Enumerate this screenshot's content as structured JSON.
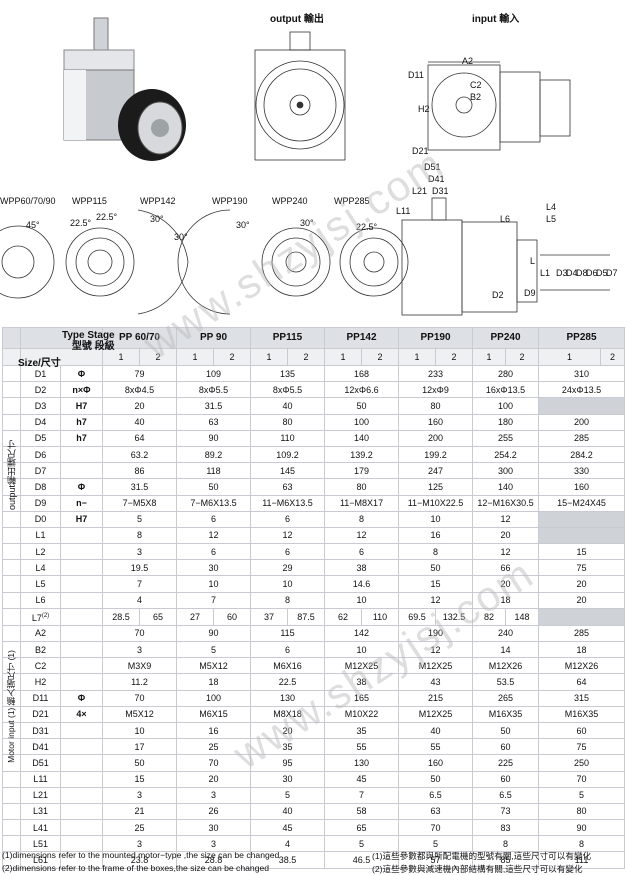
{
  "drawing": {
    "output_title": "output 輸出",
    "input_title": "input 輸入",
    "flange_labels": [
      "WPP60/70/90",
      "WPP115",
      "WPP142",
      "WPP190",
      "WPP240",
      "WPP285"
    ],
    "angle_labels": [
      "45°",
      "22.5°",
      "22.5°",
      "30°",
      "30°",
      "30°",
      "30°",
      "22.5°"
    ],
    "dim_labels": {
      "A2": "A2",
      "D11": "D11",
      "H2": "H2",
      "B2": "B2",
      "C2": "C2",
      "D21": "D21",
      "D51": "D51",
      "D41": "D41",
      "D31": "D31",
      "L21": "L21",
      "L11": "L11",
      "L4": "L4",
      "L6": "L6",
      "L5": "L5",
      "L": "L",
      "L1": "L1",
      "D2": "D2",
      "D3": "D3",
      "D4": "D4",
      "D8": "D8",
      "D6": "D6",
      "D5": "D5",
      "D7": "D7",
      "D9": "D9"
    }
  },
  "table": {
    "type_stage": "Type Stage",
    "type_stage_cn": "型號 段級",
    "size_label": "Size/尺寸",
    "models": [
      "PP 60/70",
      "PP 90",
      "PP115",
      "PP142",
      "PP190",
      "PP240",
      "PP285"
    ],
    "stages": [
      "1",
      "2",
      "1",
      "2",
      "1",
      "2",
      "1",
      "2",
      "1",
      "2",
      "1",
      "2",
      "1",
      "2"
    ],
    "group_output": "output輸出端尺寸",
    "group_input": "Motor  input (1) 輸入端尺寸 (1)",
    "output_rows": [
      {
        "dim": "D1",
        "sym": "Φ",
        "vals": [
          "79",
          "109",
          "135",
          "168",
          "233",
          "280",
          "310"
        ]
      },
      {
        "dim": "D2",
        "sym": "n×Φ",
        "vals": [
          "8xΦ4.5",
          "8xΦ5.5",
          "8xΦ5.5",
          "12xΦ6.6",
          "12xΦ9",
          "16xΦ13.5",
          "24xΦ13.5"
        ]
      },
      {
        "dim": "D3",
        "sym": "H7",
        "vals": [
          "20",
          "31.5",
          "40",
          "50",
          "80",
          "100",
          ""
        ]
      },
      {
        "dim": "D4",
        "sym": "h7",
        "vals": [
          "40",
          "63",
          "80",
          "100",
          "160",
          "180",
          "200"
        ]
      },
      {
        "dim": "D5",
        "sym": "h7",
        "vals": [
          "64",
          "90",
          "110",
          "140",
          "200",
          "255",
          "285"
        ]
      },
      {
        "dim": "D6",
        "sym": "",
        "vals": [
          "63.2",
          "89.2",
          "109.2",
          "139.2",
          "199.2",
          "254.2",
          "284.2"
        ]
      },
      {
        "dim": "D7",
        "sym": "",
        "vals": [
          "86",
          "118",
          "145",
          "179",
          "247",
          "300",
          "330"
        ]
      },
      {
        "dim": "D8",
        "sym": "Φ",
        "vals": [
          "31.5",
          "50",
          "63",
          "80",
          "125",
          "140",
          "160"
        ]
      },
      {
        "dim": "D9",
        "sym": "n−",
        "vals": [
          "7−M5X8",
          "7−M6X13.5",
          "11−M6X13.5",
          "11−M8X17",
          "11−M10X22.5",
          "12−M16X30.5",
          "15−M24X45"
        ]
      },
      {
        "dim": "D0",
        "sym": "H7",
        "vals": [
          "5",
          "6",
          "6",
          "8",
          "10",
          "12",
          ""
        ]
      },
      {
        "dim": "L1",
        "sym": "",
        "vals": [
          "8",
          "12",
          "12",
          "12",
          "16",
          "20",
          ""
        ]
      },
      {
        "dim": "L2",
        "sym": "",
        "vals": [
          "3",
          "6",
          "6",
          "6",
          "8",
          "12",
          "15"
        ]
      },
      {
        "dim": "L4",
        "sym": "",
        "vals": [
          "19.5",
          "30",
          "29",
          "38",
          "50",
          "66",
          "75"
        ]
      },
      {
        "dim": "L5",
        "sym": "",
        "vals": [
          "7",
          "10",
          "10",
          "14.6",
          "15",
          "20",
          "20"
        ]
      },
      {
        "dim": "L6",
        "sym": "",
        "vals": [
          "4",
          "7",
          "8",
          "10",
          "12",
          "18",
          "20"
        ]
      }
    ],
    "l7_row": {
      "dim": "L7",
      "sup": "(2)",
      "vals": [
        "28.5",
        "65",
        "27",
        "60",
        "37",
        "87.5",
        "62",
        "110",
        "69.5",
        "132.5",
        "82",
        "148",
        ""
      ]
    },
    "input_rows": [
      {
        "dim": "A2",
        "sym": "",
        "vals": [
          "70",
          "90",
          "115",
          "142",
          "190",
          "240",
          "285"
        ]
      },
      {
        "dim": "B2",
        "sym": "",
        "vals": [
          "3",
          "5",
          "6",
          "10",
          "12",
          "14",
          "18"
        ]
      },
      {
        "dim": "C2",
        "sym": "",
        "vals": [
          "M3X9",
          "M5X12",
          "M6X16",
          "M12X25",
          "M12X25",
          "M12X26",
          "M12X26"
        ]
      },
      {
        "dim": "H2",
        "sym": "",
        "vals": [
          "11.2",
          "18",
          "22.5",
          "38",
          "43",
          "53.5",
          "64"
        ]
      },
      {
        "dim": "D11",
        "sym": "Φ",
        "vals": [
          "70",
          "100",
          "130",
          "165",
          "215",
          "265",
          "315"
        ]
      },
      {
        "dim": "D21",
        "sym": "4×",
        "vals": [
          "M5X12",
          "M6X15",
          "M8X18",
          "M10X22",
          "M12X25",
          "M16X35",
          "M16X35"
        ]
      },
      {
        "dim": "D31",
        "sym": "",
        "vals": [
          "10",
          "16",
          "20",
          "35",
          "40",
          "50",
          "60"
        ]
      },
      {
        "dim": "D41",
        "sym": "",
        "vals": [
          "17",
          "25",
          "35",
          "55",
          "55",
          "60",
          "75"
        ]
      },
      {
        "dim": "D51",
        "sym": "",
        "vals": [
          "50",
          "70",
          "95",
          "130",
          "160",
          "225",
          "250"
        ]
      },
      {
        "dim": "L11",
        "sym": "",
        "vals": [
          "15",
          "20",
          "30",
          "45",
          "50",
          "60",
          "70"
        ]
      },
      {
        "dim": "L21",
        "sym": "",
        "vals": [
          "3",
          "3",
          "5",
          "7",
          "6.5",
          "6.5",
          "5"
        ]
      },
      {
        "dim": "L31",
        "sym": "",
        "vals": [
          "21",
          "26",
          "40",
          "58",
          "63",
          "73",
          "80"
        ]
      },
      {
        "dim": "L41",
        "sym": "",
        "vals": [
          "25",
          "30",
          "45",
          "65",
          "70",
          "83",
          "90"
        ]
      },
      {
        "dim": "L51",
        "sym": "",
        "vals": [
          "3",
          "3",
          "4",
          "5",
          "5",
          "8",
          "8"
        ]
      },
      {
        "dim": "L61",
        "sym": "",
        "vals": [
          "23.8",
          "28.8",
          "38.5",
          "46.5",
          "57",
          "85",
          "111"
        ]
      }
    ]
  },
  "footnotes": {
    "en1": "(1)dimensions refer to the mounted motor−type ,the size can be changed",
    "en2": "(2)dimensions refer to the frame of the boxes,the size can be changed",
    "cn1": "(1)這些參數都與所配電機的型號有關,這些尺寸可以有變化",
    "cn2": "(2)這些參數與減速機內部結構有關,這些尺寸可以有變化"
  },
  "watermark": "www.shzyjsj.com",
  "colors": {
    "header": "#dde1e6",
    "grid": "#c8ccd2",
    "blank": "#cfd3d8"
  }
}
